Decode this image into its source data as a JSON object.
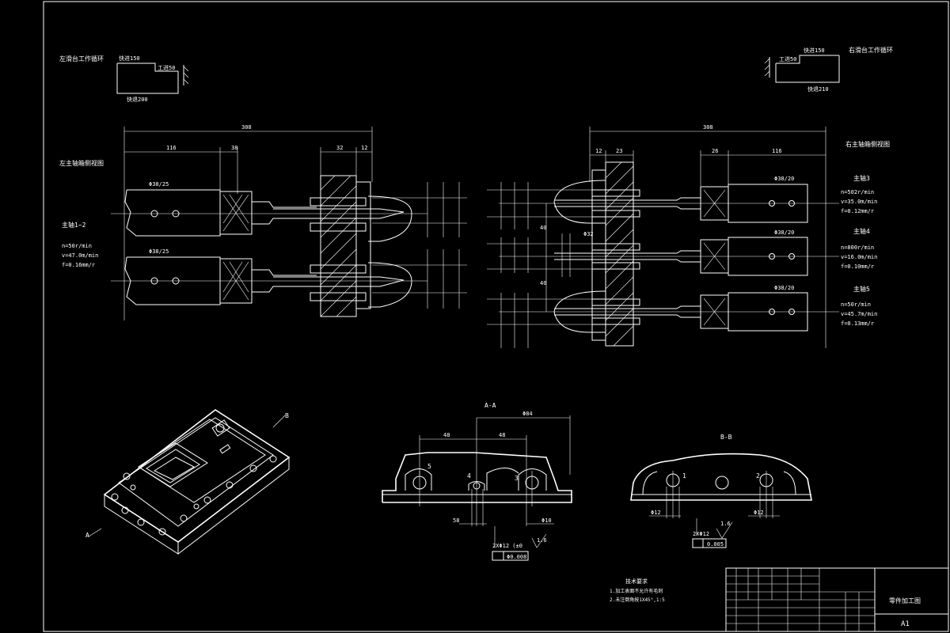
{
  "cycle_left": {
    "title": "左滑台工作循环",
    "fast_forward": "快进150",
    "work_feed": "工进50",
    "fast_return": "快退200"
  },
  "cycle_right": {
    "title": "右滑台工作循环",
    "fast_forward": "快进150",
    "work_feed": "工进50",
    "fast_return": "快退210"
  },
  "left_view": {
    "label": "左主轴箱侧视图",
    "dims": {
      "total": "308",
      "d116": "116",
      "d38": "38",
      "d32": "32",
      "d12": "12"
    },
    "spindle_label": "主轴1~2",
    "params": [
      "n=50r/min",
      "v=47.0m/min",
      "f=0.16mm/r"
    ],
    "spindle_top": "Φ38/25",
    "spindle_bot": "Φ38/25"
  },
  "right_view": {
    "label": "右主轴箱侧视图",
    "dims": {
      "total": "308",
      "d12": "12",
      "d23": "23",
      "d26": "26",
      "d116": "116",
      "phi32": "Φ32",
      "d40": "40",
      "d40b": "40"
    },
    "spindle3_label": "主轴3",
    "spindle3_params": [
      "n=502r/min",
      "v=35.0m/min",
      "f=0.12mm/r"
    ],
    "spindle4_label": "主轴4",
    "spindle4_params": [
      "n=800r/min",
      "v=16.0m/min",
      "f=0.10mm/r"
    ],
    "spindle5_label": "主轴5",
    "spindle5_params": [
      "n=50r/min",
      "v=45.7m/min",
      "f=0.13mm/r"
    ],
    "spindle_label_a": "Φ38/20",
    "spindle_label_b": "Φ38/20",
    "spindle_label_c": "Φ38/20"
  },
  "section_aa": {
    "title": "A-A",
    "d48a": "48",
    "d48b": "48",
    "phi84": "Φ84",
    "d58": "58",
    "phi10": "Φ10",
    "n5": "5",
    "n4": "4",
    "n3": "3",
    "tol": "Φ0.008",
    "datum": "2XΦ12 (±0",
    "rough": "1.6"
  },
  "section_bb": {
    "title": "B-B",
    "phi12a": "Φ12",
    "phi12b": "Φ12",
    "n1": "1",
    "n2": "2",
    "tol": "0.005",
    "datum": "2XΦ12",
    "rough": "1.6"
  },
  "iso_view": {
    "label_a": "A",
    "label_b": "B"
  },
  "notes": {
    "title": "技术要求",
    "line1": "1.加工表面不允许有毛刺",
    "line2": "2.未注倒角按1X45°,1:5"
  },
  "title_block": {
    "name": "零件加工图",
    "size": "A1"
  }
}
